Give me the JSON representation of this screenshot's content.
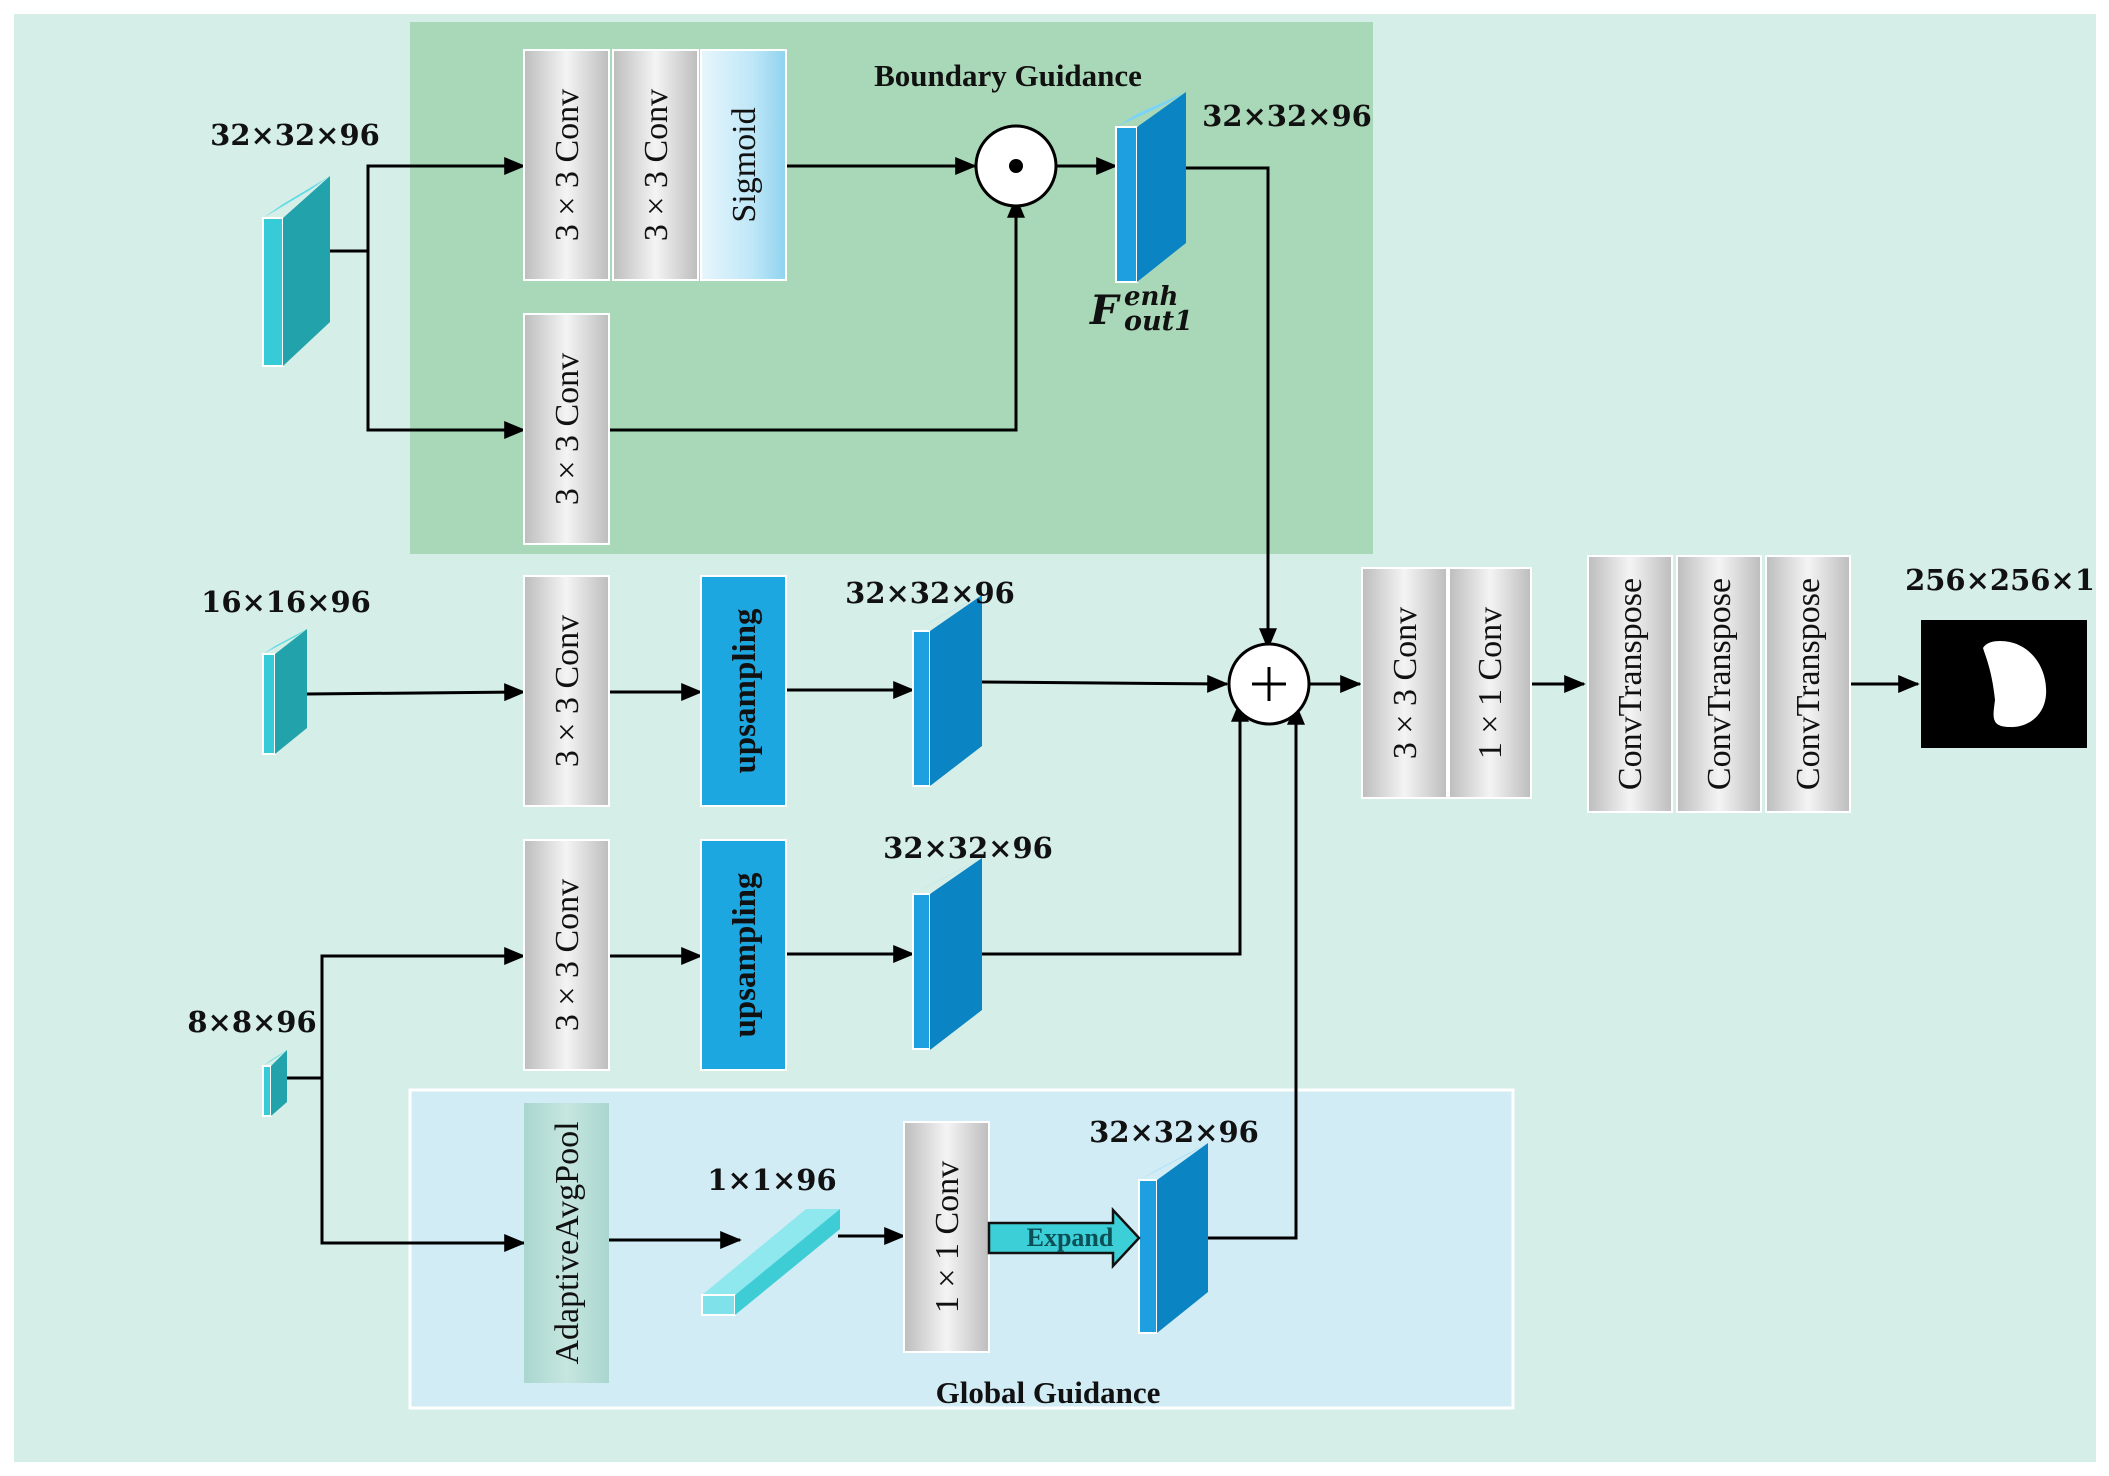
{
  "regions": {
    "boundary_title": "Boundary Guidance",
    "global_title": "Global Guidance"
  },
  "dims": {
    "in1": "32×32×96",
    "in2": "16×16×96",
    "in3": "8×8×96",
    "f_out1": "32×32×96",
    "up1": "32×32×96",
    "up2": "32×32×96",
    "pool": "1×1×96",
    "expand_out": "32×32×96",
    "output": "256×256×1"
  },
  "blocks": {
    "b_conv_a": "3 × 3 Conv",
    "b_conv_b": "3 × 3 Conv",
    "b_sigmoid": "Sigmoid",
    "b_conv_c": "3 × 3 Conv",
    "m_conv": "3 × 3 Conv",
    "m_up": "upsampling",
    "l_conv": "3 × 3 Conv",
    "l_up": "upsampling",
    "g_pool": "AdaptiveAvgPool",
    "g_conv": "1 × 1 Conv",
    "expand": "Expand",
    "f_conv3": "3 × 3 Conv",
    "f_conv1": "1 × 1 Conv",
    "t1": "ConvTranspose",
    "t2": "ConvTranspose",
    "t3": "ConvTranspose"
  },
  "math": {
    "f_base": "F",
    "f_sup": "enh",
    "f_sub": "out1"
  },
  "operators": {
    "multiply": "•",
    "add": "+"
  },
  "colors": {
    "background": "#d6eee8",
    "boundary_region": "#a9d8b8",
    "global_region": "#d2ecf6",
    "feature_cyan": "#36cbd6",
    "feature_blue": "#1b8ccc",
    "upsampling": "#1da7e0"
  }
}
